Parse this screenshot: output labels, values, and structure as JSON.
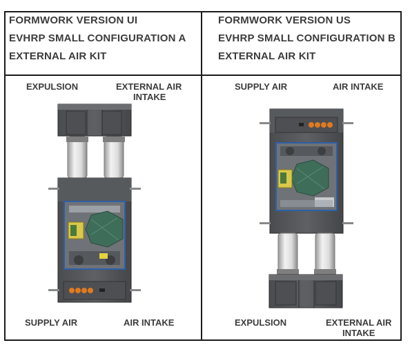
{
  "left": {
    "header": {
      "line1": "FORMWORK VERSION UI",
      "line2": "EVHRP SMALL CONFIGURATION A",
      "line3": "EXTERNAL AIR KIT"
    },
    "labels": {
      "top_left": "EXPULSION",
      "top_right_line1": "EXTERNAL AIR",
      "top_right_line2": "INTAKE",
      "bottom_left": "SUPPLY AIR",
      "bottom_right": "AIR INTAKE"
    }
  },
  "right": {
    "header": {
      "line1": "FORMWORK VERSION US",
      "line2": "EVHRP SMALL CONFIGURATION B",
      "line3": "EXTERNAL AIR KIT"
    },
    "labels": {
      "top_left": "SUPPLY AIR",
      "top_right": "AIR INTAKE",
      "bottom_left": "EXPULSION",
      "bottom_right_line1": "EXTERNAL AIR",
      "bottom_right_line2": "INTAKE"
    }
  }
}
